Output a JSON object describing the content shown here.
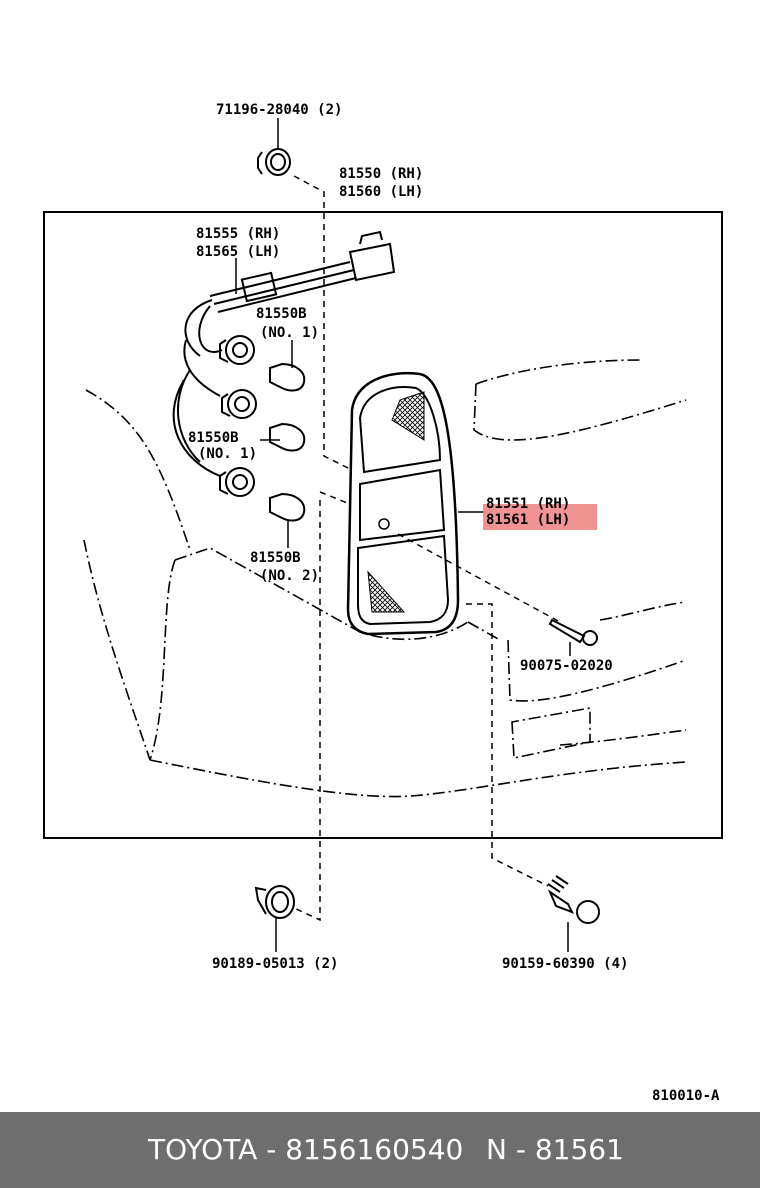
{
  "diagram": {
    "labels": {
      "clip_top": "71196-28040 (2)",
      "lamp_assy_rh": "81550 (RH)",
      "lamp_assy_lh": "81560 (LH)",
      "socket_rh": "81555 (RH)",
      "socket_lh": "81565 (LH)",
      "bulb_a_code": "81550B",
      "bulb_a_no": "(NO. 1)",
      "bulb_b_code": "81550B",
      "bulb_b_no": "(NO. 1)",
      "bulb_c_code": "81550B",
      "bulb_c_no": "(NO. 2)",
      "lens_rh": "81551 (RH)",
      "lens_lh": "81561 (LH)",
      "screw": "90075-02020",
      "clip_bottom": "90189-05013 (2)",
      "bolt": "90159-60390 (4)",
      "diagram_id": "810010-A"
    },
    "highlight_color": "#f08080"
  },
  "footer": {
    "brand_text": "TOYOTA - 8156160540",
    "part_text": "N - 81561"
  }
}
